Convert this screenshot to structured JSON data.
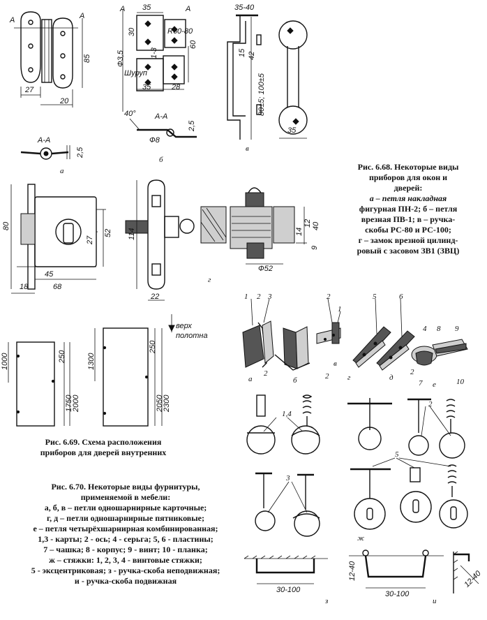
{
  "fig668": {
    "caption_lines": [
      "Рис. 6.68. Некоторые виды",
      "приборов  для окон и",
      "дверей:",
      "а – петля накладная",
      "фигурная ПН-2; б – петля",
      "врезная ПВ-1; в – ручка-",
      "скобы РС-80 и РС-100;",
      "г – замок врезной цилинд-",
      "ровый с засовом ЗВ1 (ЗВЦ)"
    ],
    "section_marks": {
      "a_left": "A",
      "a_right": "A",
      "b_top_left": "A",
      "b_top_right": "A",
      "b_section": "А-А",
      "a_section": "А-А"
    },
    "view_letters": [
      "а",
      "б",
      "в",
      "г"
    ],
    "dims_a": [
      "27",
      "20",
      "85",
      "2,5"
    ],
    "dims_b": [
      "35",
      "30",
      "R60-80",
      "1-3",
      "60",
      "Ф3,5",
      "Шуруп",
      "35",
      "28",
      "40°",
      "2,5",
      "Ф8"
    ],
    "dims_c": [
      "35-40",
      "15",
      "42",
      "80±5; 100±5",
      "35"
    ],
    "dims_d": [
      "80",
      "45",
      "68",
      "18",
      "52",
      "27",
      "114",
      "22",
      "14",
      "12",
      "40",
      "9",
      "Ф52"
    ]
  },
  "fig669": {
    "caption_lines": [
      "Рис. 6.69. Схема расположения",
      "приборов для дверей внутренних"
    ],
    "dims_left": [
      "1000",
      "250",
      "1750",
      "2000"
    ],
    "dims_right": [
      "1300",
      "250",
      "2050",
      "2300"
    ],
    "label_top": "верх",
    "label_sub": "полотна"
  },
  "fig670": {
    "caption_lines": [
      "Рис. 6.70. Некоторые виды фурнитуры,",
      "применяемой в мебели:",
      "а, б, в – петли одношарнирные  карточные;",
      "г, д – петли одношарнирные  пятниковые;",
      "е – петля четырёхшарнирная комбинированная;",
      "1,3 - карты; 2 - ось; 4 - серьга; 5, 6 - пластины;",
      "7 – чашка; 8 - корпус; 9 - винт; 10 - планка;",
      "ж – стяжки: 1, 2, 3, 4 - винтовые стяжки;",
      "5 - эксцентриковая; з - ручка-скоба неподвижная;",
      "и - ручка-скоба подвижная"
    ],
    "part_numbers": [
      "1",
      "2",
      "3",
      "1",
      "2",
      "5",
      "6",
      "4",
      "8",
      "9",
      "2",
      "2",
      "2",
      "7",
      "10"
    ],
    "view_letters": [
      "а",
      "б",
      "в",
      "г",
      "д",
      "е",
      "ж",
      "з",
      "и"
    ],
    "tie_labels": [
      "1,4",
      "2",
      "3",
      "5"
    ],
    "handle_dims": [
      "30-100",
      "30-100",
      "12-40",
      "12-40"
    ]
  }
}
